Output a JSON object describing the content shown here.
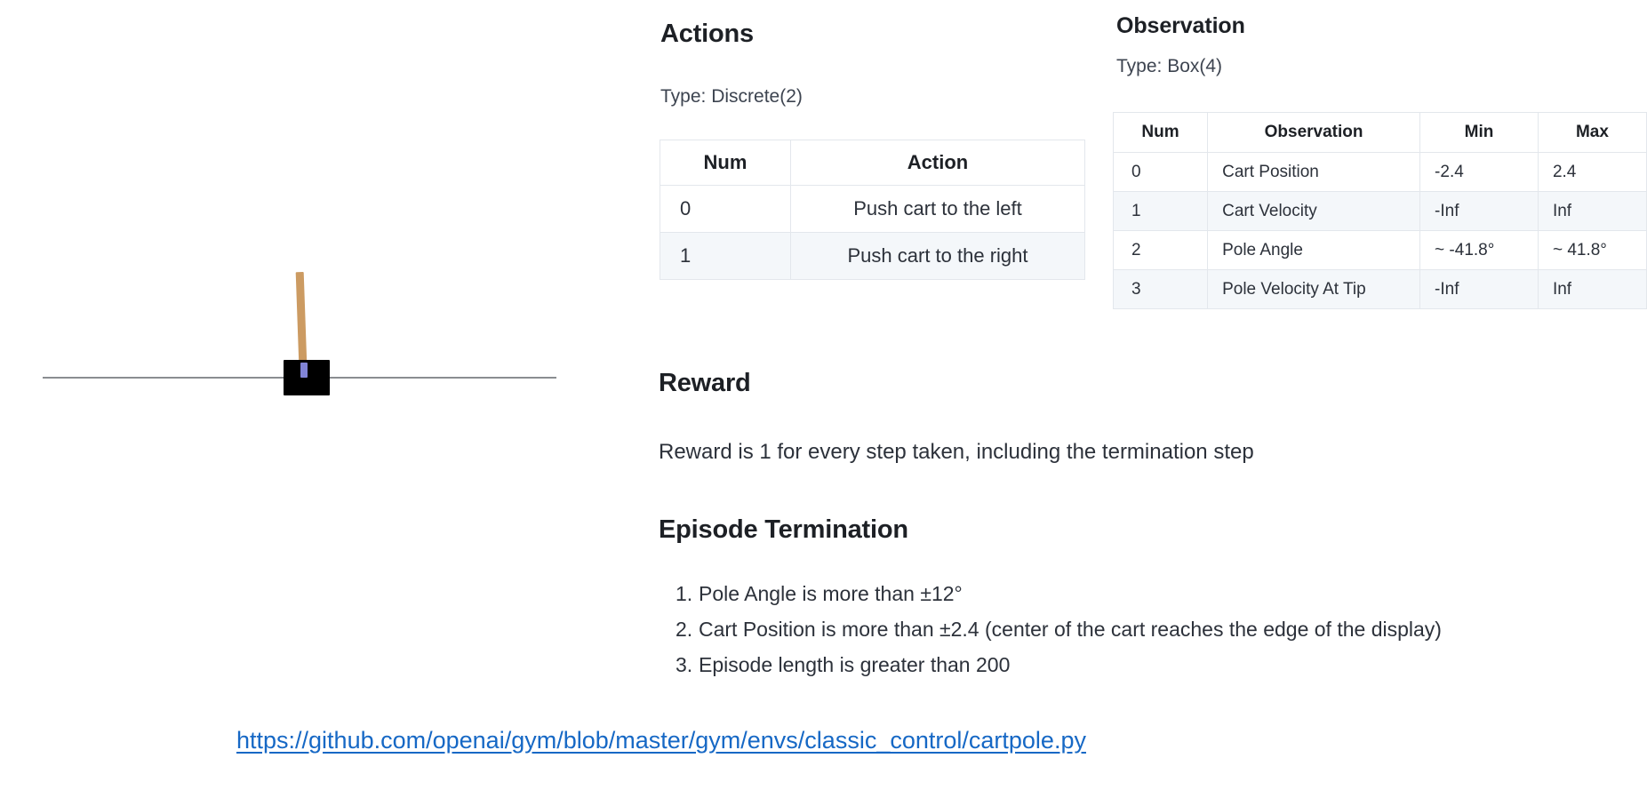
{
  "actions_section": {
    "heading": "Actions",
    "type_line": "Type: Discrete(2)",
    "table": {
      "headers": [
        "Num",
        "Action"
      ],
      "rows": [
        {
          "num": "0",
          "action": "Push cart to the left"
        },
        {
          "num": "1",
          "action": "Push cart to the right"
        }
      ]
    }
  },
  "observation_section": {
    "heading": "Observation",
    "type_line": "Type: Box(4)",
    "table": {
      "headers": [
        "Num",
        "Observation",
        "Min",
        "Max"
      ],
      "rows": [
        {
          "num": "0",
          "name": "Cart Position",
          "min": "-2.4",
          "max": "2.4"
        },
        {
          "num": "1",
          "name": "Cart Velocity",
          "min": "-Inf",
          "max": "Inf"
        },
        {
          "num": "2",
          "name": "Pole Angle",
          "min": "~ -41.8°",
          "max": "~ 41.8°"
        },
        {
          "num": "3",
          "name": "Pole Velocity At Tip",
          "min": "-Inf",
          "max": "Inf"
        }
      ]
    }
  },
  "reward_section": {
    "heading": "Reward",
    "text": "Reward is 1 for every step taken, including the termination step"
  },
  "termination_section": {
    "heading": "Episode Termination",
    "items": [
      {
        "num": "1.",
        "text": "Pole Angle is more than ±12°"
      },
      {
        "num": "2.",
        "text": "Cart Position is more than ±2.4 (center of the cart reaches the edge of the display)"
      },
      {
        "num": "3.",
        "text": "Episode length is greater than 200"
      }
    ]
  },
  "source_link": {
    "label": "https://github.com/openai/gym/blob/master/gym/envs/classic_control/cartpole.py"
  },
  "cartpole_figure": {
    "description": "CartPole environment rendering: black cart on horizontal track with upright tan pole",
    "colors": {
      "track": "#8a8d91",
      "cart": "#000000",
      "pole": "#cc9b62",
      "axle": "#8184d6"
    },
    "pole_tilt_degrees": "-2"
  },
  "theme": {
    "background": "#ffffff",
    "heading_color": "#1d2025",
    "body_color": "#2c313a",
    "table_border": "#e3e7ec",
    "table_alt_row": "#f4f7fa",
    "link_color": "#1668c5"
  }
}
